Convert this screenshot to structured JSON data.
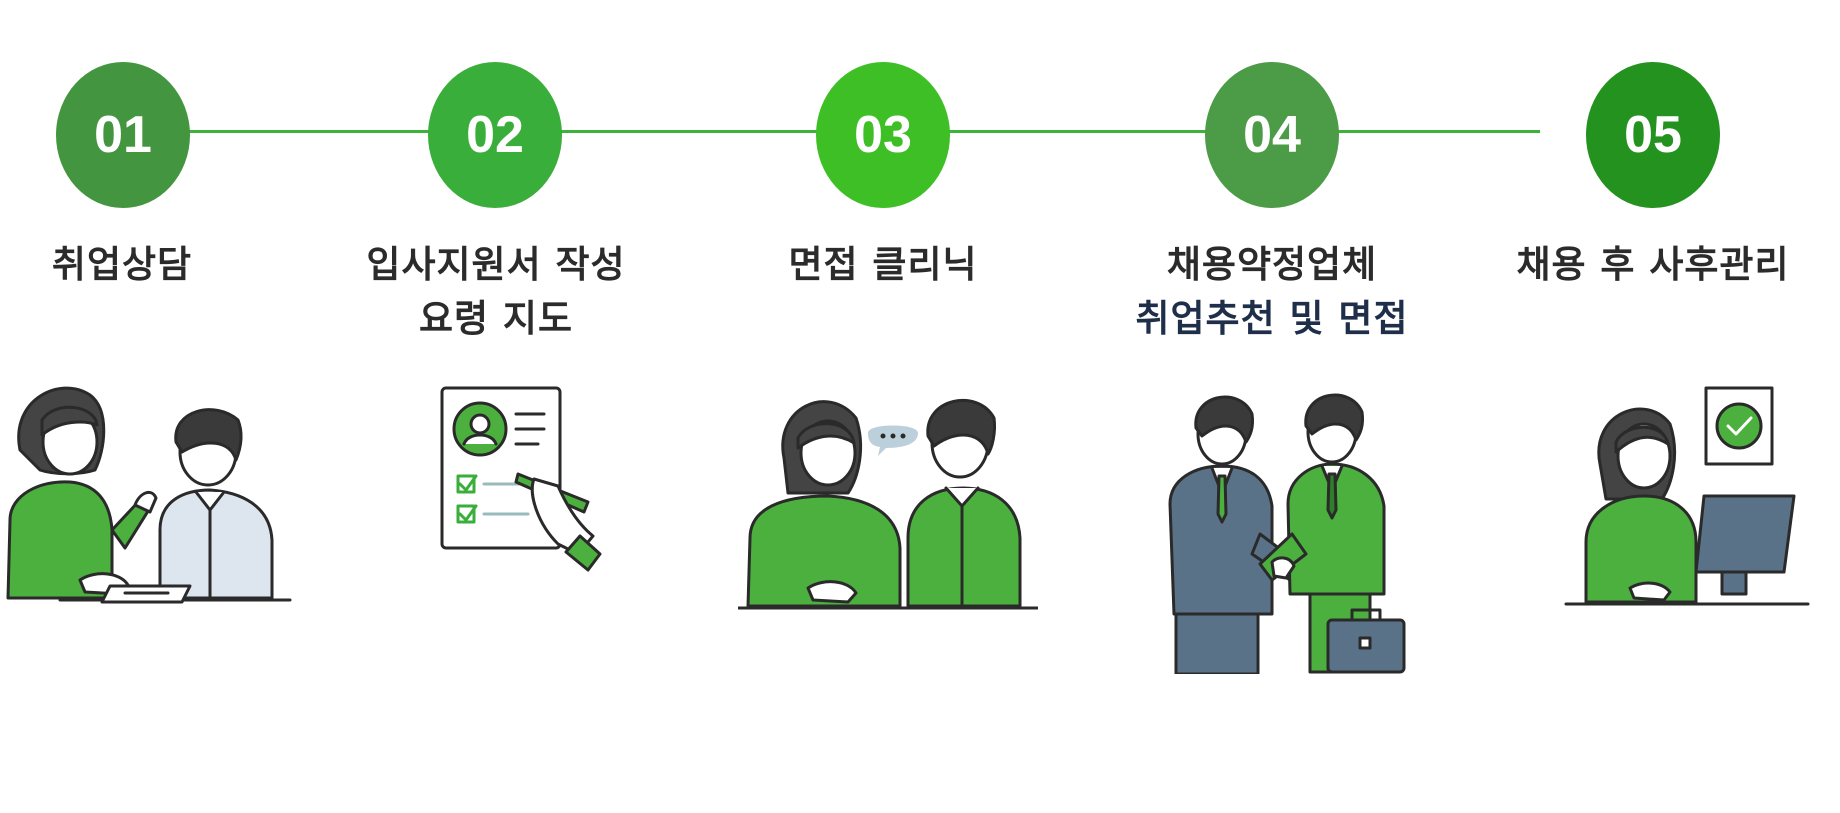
{
  "steps": [
    {
      "number": "01",
      "line1": "취업상담",
      "line2": "",
      "color": "#43963f"
    },
    {
      "number": "02",
      "line1": "입사지원서 작성",
      "line2": "요령 지도",
      "color": "#3aae3a"
    },
    {
      "number": "03",
      "line1": "면접 클리닉",
      "line2": "",
      "color": "#3fbf26"
    },
    {
      "number": "04",
      "line1": "채용약정업체",
      "line2": "취업추천 및 면접",
      "color": "#4c9b46"
    },
    {
      "number": "05",
      "line1": "채용 후 사후관리",
      "line2": "",
      "color": "#24921f"
    }
  ],
  "colors": {
    "line": "#3bb33b",
    "accent_green": "#4cb03f",
    "suit_blue": "#5a7288"
  },
  "illustrations": [
    "counseling-scene",
    "resume-writing-scene",
    "interview-scene",
    "handshake-scene",
    "aftercare-scene"
  ]
}
